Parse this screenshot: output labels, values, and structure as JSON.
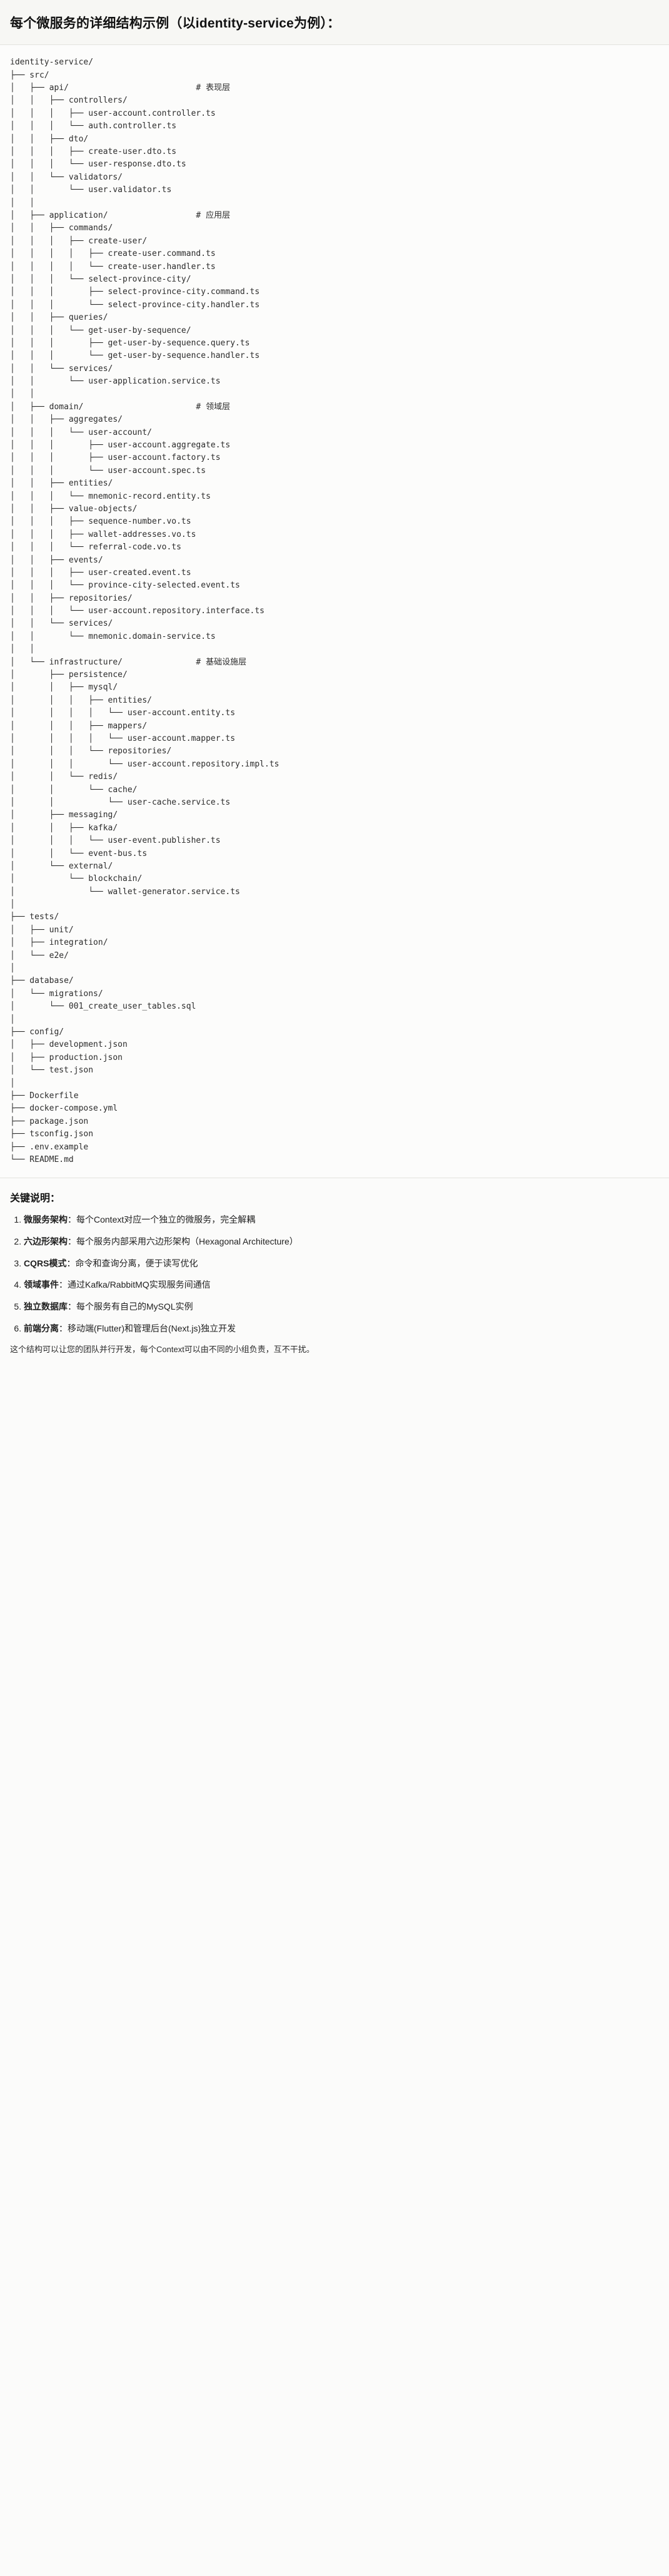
{
  "header": {
    "title": "每个微服务的详细结构示例（以identity-service为例）："
  },
  "tree": {
    "lines": [
      "identity-service/",
      "├── src/",
      "│   ├── api/                          # 表现层",
      "│   │   ├── controllers/",
      "│   │   │   ├── user-account.controller.ts",
      "│   │   │   └── auth.controller.ts",
      "│   │   ├── dto/",
      "│   │   │   ├── create-user.dto.ts",
      "│   │   │   └── user-response.dto.ts",
      "│   │   └── validators/",
      "│   │       └── user.validator.ts",
      "│   │",
      "│   ├── application/                  # 应用层",
      "│   │   ├── commands/",
      "│   │   │   ├── create-user/",
      "│   │   │   │   ├── create-user.command.ts",
      "│   │   │   │   └── create-user.handler.ts",
      "│   │   │   └── select-province-city/",
      "│   │   │       ├── select-province-city.command.ts",
      "│   │   │       └── select-province-city.handler.ts",
      "│   │   ├── queries/",
      "│   │   │   └── get-user-by-sequence/",
      "│   │   │       ├── get-user-by-sequence.query.ts",
      "│   │   │       └── get-user-by-sequence.handler.ts",
      "│   │   └── services/",
      "│   │       └── user-application.service.ts",
      "│   │",
      "│   ├── domain/                       # 领域层",
      "│   │   ├── aggregates/",
      "│   │   │   └── user-account/",
      "│   │   │       ├── user-account.aggregate.ts",
      "│   │   │       ├── user-account.factory.ts",
      "│   │   │       └── user-account.spec.ts",
      "│   │   ├── entities/",
      "│   │   │   └── mnemonic-record.entity.ts",
      "│   │   ├── value-objects/",
      "│   │   │   ├── sequence-number.vo.ts",
      "│   │   │   ├── wallet-addresses.vo.ts",
      "│   │   │   └── referral-code.vo.ts",
      "│   │   ├── events/",
      "│   │   │   ├── user-created.event.ts",
      "│   │   │   └── province-city-selected.event.ts",
      "│   │   ├── repositories/",
      "│   │   │   └── user-account.repository.interface.ts",
      "│   │   └── services/",
      "│   │       └── mnemonic.domain-service.ts",
      "│   │",
      "│   └── infrastructure/               # 基础设施层",
      "│       ├── persistence/",
      "│       │   ├── mysql/",
      "│       │   │   ├── entities/",
      "│       │   │   │   └── user-account.entity.ts",
      "│       │   │   ├── mappers/",
      "│       │   │   │   └── user-account.mapper.ts",
      "│       │   │   └── repositories/",
      "│       │   │       └── user-account.repository.impl.ts",
      "│       │   └── redis/",
      "│       │       └── cache/",
      "│       │           └── user-cache.service.ts",
      "│       ├── messaging/",
      "│       │   ├── kafka/",
      "│       │   │   └── user-event.publisher.ts",
      "│       │   └── event-bus.ts",
      "│       └── external/",
      "│           └── blockchain/",
      "│               └── wallet-generator.service.ts",
      "│",
      "├── tests/",
      "│   ├── unit/",
      "│   ├── integration/",
      "│   └── e2e/",
      "│",
      "├── database/",
      "│   └── migrations/",
      "│       └── 001_create_user_tables.sql",
      "│",
      "├── config/",
      "│   ├── development.json",
      "│   ├── production.json",
      "│   └── test.json",
      "│",
      "├── Dockerfile",
      "├── docker-compose.yml",
      "├── package.json",
      "├── tsconfig.json",
      "├── .env.example",
      "└── README.md"
    ]
  },
  "notes": {
    "title": "关键说明：",
    "items": [
      {
        "term": "微服务架构",
        "desc": "：每个Context对应一个独立的微服务，完全解耦"
      },
      {
        "term": "六边形架构",
        "desc": "：每个服务内部采用六边形架构（Hexagonal Architecture）"
      },
      {
        "term": "CQRS模式",
        "desc": "：命令和查询分离，便于读写优化"
      },
      {
        "term": "领域事件",
        "desc": "：通过Kafka/RabbitMQ实现服务间通信"
      },
      {
        "term": "独立数据库",
        "desc": "：每个服务有自己的MySQL实例"
      },
      {
        "term": "前端分离",
        "desc": "：移动端(Flutter)和管理后台(Next.js)独立开发"
      }
    ],
    "closing": "这个结构可以让您的团队并行开发，每个Context可以由不同的小组负责，互不干扰。"
  }
}
